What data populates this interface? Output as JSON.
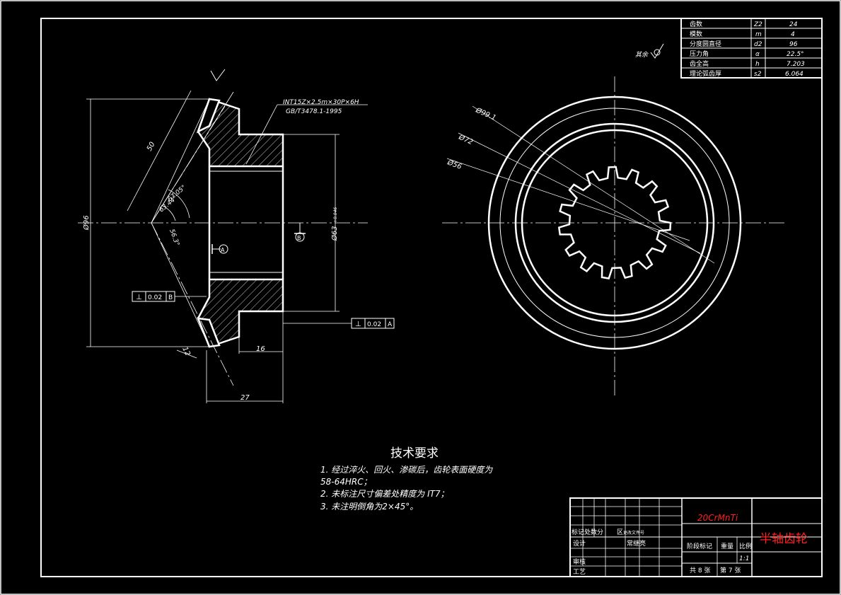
{
  "param_table": [
    {
      "name": "齿数",
      "symbol": "Z2",
      "value": "24"
    },
    {
      "name": "模数",
      "symbol": "m",
      "value": "4"
    },
    {
      "name": "分度圆直径",
      "symbol": "d2",
      "value": "96"
    },
    {
      "name": "压力角",
      "symbol": "α",
      "value": "22.5°"
    },
    {
      "name": "齿全高",
      "symbol": "h",
      "value": "7.203"
    },
    {
      "name": "理论弧齿厚",
      "symbol": "s2",
      "value": "6.064"
    }
  ],
  "roughness_note": "其余",
  "spline_note": {
    "line1": "INT15Z×2.5m×30P×6H",
    "line2": "GB/T3478.1-1995"
  },
  "dims": {
    "len_50": "50",
    "len_12": "12",
    "dia_96": "Ø96",
    "ang_67": "67.05°",
    "ang_63": "63.44°",
    "ang_56": "56.3°",
    "bore": "Ø63",
    "bore_tol": "+0.046",
    "width_16": "16",
    "width_27": "27",
    "circ_1": "Ø99.1",
    "circ_2": "Ø72",
    "circ_3": "Ø56"
  },
  "datums": {
    "a": "A",
    "b": "B"
  },
  "tolerance_left": {
    "symbol": "⊥",
    "value": "0.02",
    "datum": "B"
  },
  "tolerance_right": {
    "symbol": "⊥",
    "value": "0.02",
    "datum": "A"
  },
  "tech": {
    "title": "技术要求",
    "line1": "1. 经过淬火、回火、渗碳后，齿轮表面硬度为",
    "line1b": "58-64HRC；",
    "line2": "2. 未标注尺寸偏差处精度为   IT7；",
    "line3": "3. 未注明倒角为2×45°。"
  },
  "title_block": {
    "material": "20CrMnTi",
    "part_name": "半轴齿轮",
    "row_mark": "标记处数分",
    "row_mark2": "区",
    "row_mark3": "更改文件号",
    "design_label": "设计",
    "design_name": "常继亮",
    "stage_label": "阶段标记",
    "weight_label": "重量",
    "scale_label": "比例",
    "scale_value": "1:1",
    "review_label": "审核",
    "process_label": "工艺",
    "sheet_total": "共 8 张",
    "sheet_no": "第 7 张"
  }
}
